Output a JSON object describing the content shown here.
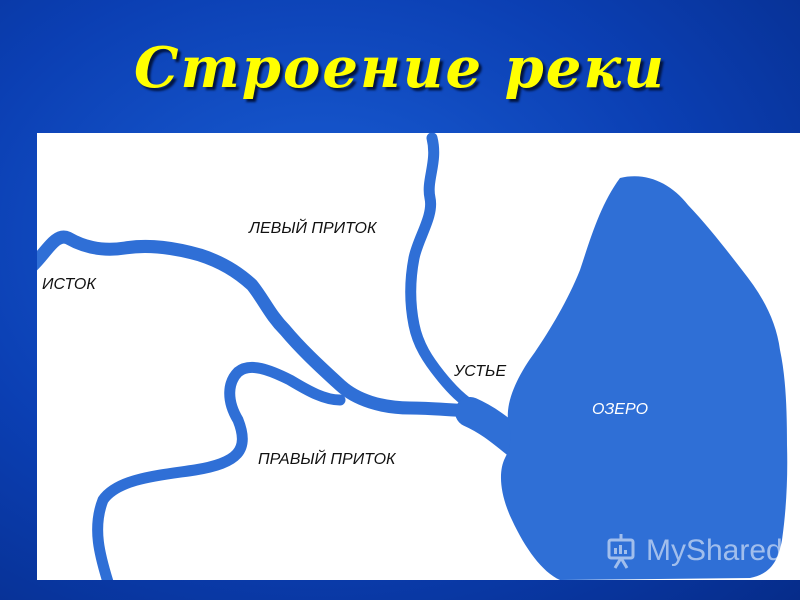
{
  "title": "Строение реки",
  "labels": {
    "source": "ИСТОК",
    "left_tributary": "ЛЕВЫЙ ПРИТОК",
    "mouth": "УСТЬЕ",
    "lake": "ОЗЕРО",
    "right_tributary": "ПРАВЫЙ ПРИТОК"
  },
  "watermark": {
    "text": "MyShared",
    "icon": "presentation-board-icon"
  },
  "colors": {
    "background": "#0b3fb3",
    "title": "#ffff00",
    "water": "#2f6fd6",
    "map": "#ffffff"
  }
}
